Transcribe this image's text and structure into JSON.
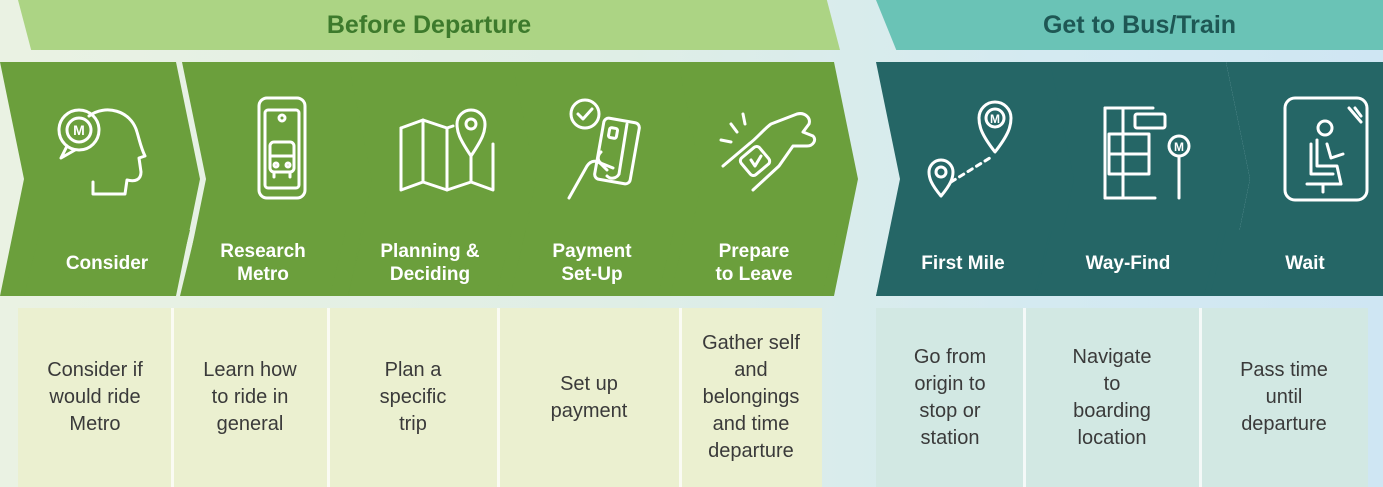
{
  "phases": [
    {
      "title": "Before Departure",
      "color": "#acd484"
    },
    {
      "title": "Get to Bus/Train",
      "color": "#6ac3b6"
    }
  ],
  "steps": [
    {
      "label": "Consider",
      "description": "Consider if\nwould ride\nMetro",
      "icon": "head-metro-speech-icon"
    },
    {
      "label": "Research\nMetro",
      "description": "Learn how\nto ride in\ngeneral",
      "icon": "phone-bus-icon"
    },
    {
      "label": "Planning &\nDeciding",
      "description": "Plan a\nspecific\ntrip",
      "icon": "map-pin-icon"
    },
    {
      "label": "Payment\nSet-Up",
      "description": "Set up\npayment",
      "icon": "hand-card-icon"
    },
    {
      "label": "Prepare\nto Leave",
      "description": "Gather self\nand\nbelongings\nand time\ndeparture",
      "icon": "wrist-watch-icon"
    },
    {
      "label": "First Mile",
      "description": "Go from\norigin to\nstop or\nstation",
      "icon": "route-pins-icon"
    },
    {
      "label": "Way-Find",
      "description": "Navigate\nto\nboarding\nlocation",
      "icon": "station-sign-icon"
    },
    {
      "label": "Wait",
      "description": "Pass time\nuntil\ndeparture",
      "icon": "seated-person-icon"
    }
  ],
  "icon_letter": "M"
}
